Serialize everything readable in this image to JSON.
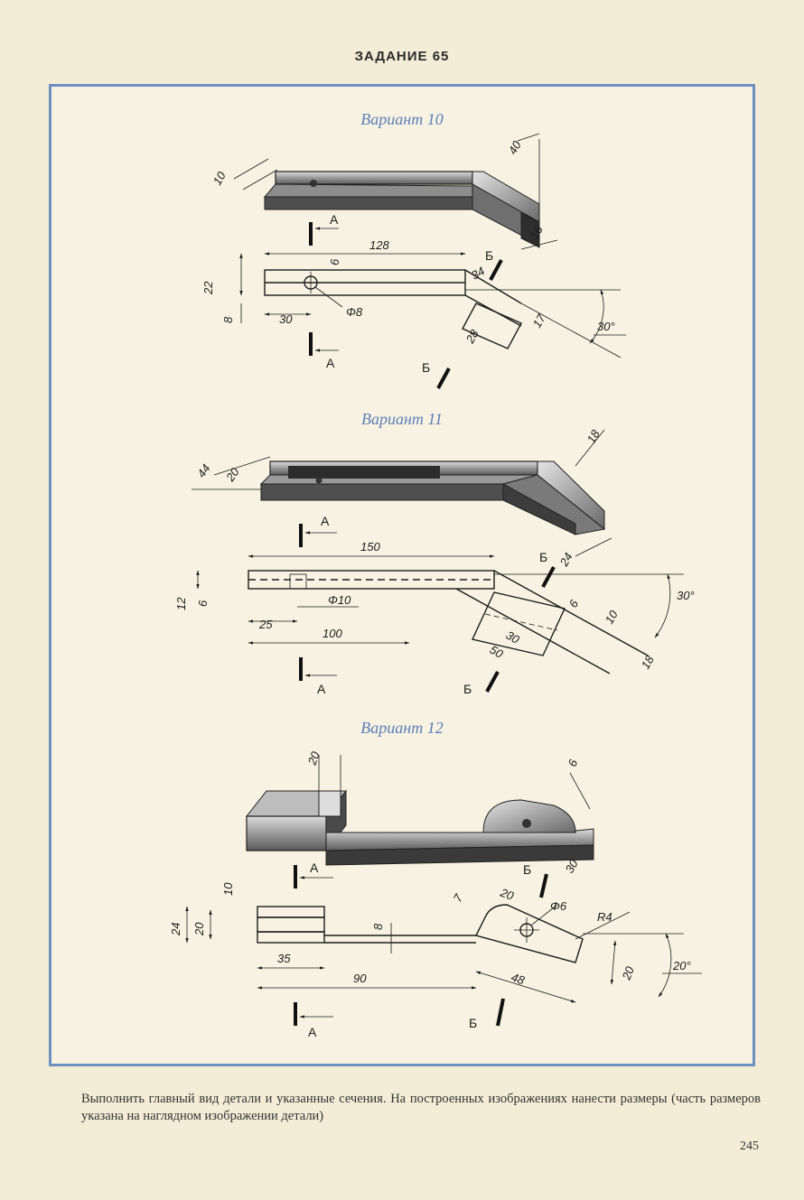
{
  "header": {
    "title": "ЗАДАНИЕ 65"
  },
  "variants": [
    {
      "label": "Вариант 10",
      "dims": {
        "d10": "10",
        "d40": "40",
        "d16": "16",
        "d128": "128",
        "d6": "6",
        "d22": "22",
        "d8": "8",
        "d30": "30",
        "phi8": "Φ8",
        "d34": "34",
        "d17": "17",
        "d28": "28",
        "ang": "30°"
      },
      "cuts": {
        "a_top": "A",
        "a_bottom": "A",
        "b_top": "Б",
        "b_bottom": "Б"
      }
    },
    {
      "label": "Вариант 11",
      "dims": {
        "d44": "44",
        "d20": "20",
        "d18": "18",
        "d24": "24",
        "d150": "150",
        "d12": "12",
        "d6": "6",
        "phi10": "Φ10",
        "d25": "25",
        "d100": "100",
        "d30": "30",
        "d50": "50",
        "d6b": "6",
        "d10": "10",
        "d18b": "18",
        "ang": "30°"
      },
      "cuts": {
        "a_top": "A",
        "a_bottom": "A",
        "b_top": "Б",
        "b_bottom": "Б"
      }
    },
    {
      "label": "Вариант 12",
      "dims": {
        "d20top": "20",
        "d6": "6",
        "d30": "30",
        "d10": "10",
        "d24": "24",
        "d20": "20",
        "d8": "8",
        "d35": "35",
        "d90": "90",
        "d7": "7",
        "d20b": "20",
        "phi6": "Φ6",
        "r4": "R4",
        "d48": "48",
        "d20c": "20",
        "ang": "20°"
      },
      "cuts": {
        "a_top": "A",
        "a_bottom": "A",
        "b_top": "Б",
        "b_bottom": "Б"
      }
    }
  ],
  "footer": {
    "instructions": "Выполнить главный вид детали и указанные сечения. На построенных изображениях нанести размеры (часть размеров указана на наглядном изображении детали)",
    "page_number": "245"
  }
}
